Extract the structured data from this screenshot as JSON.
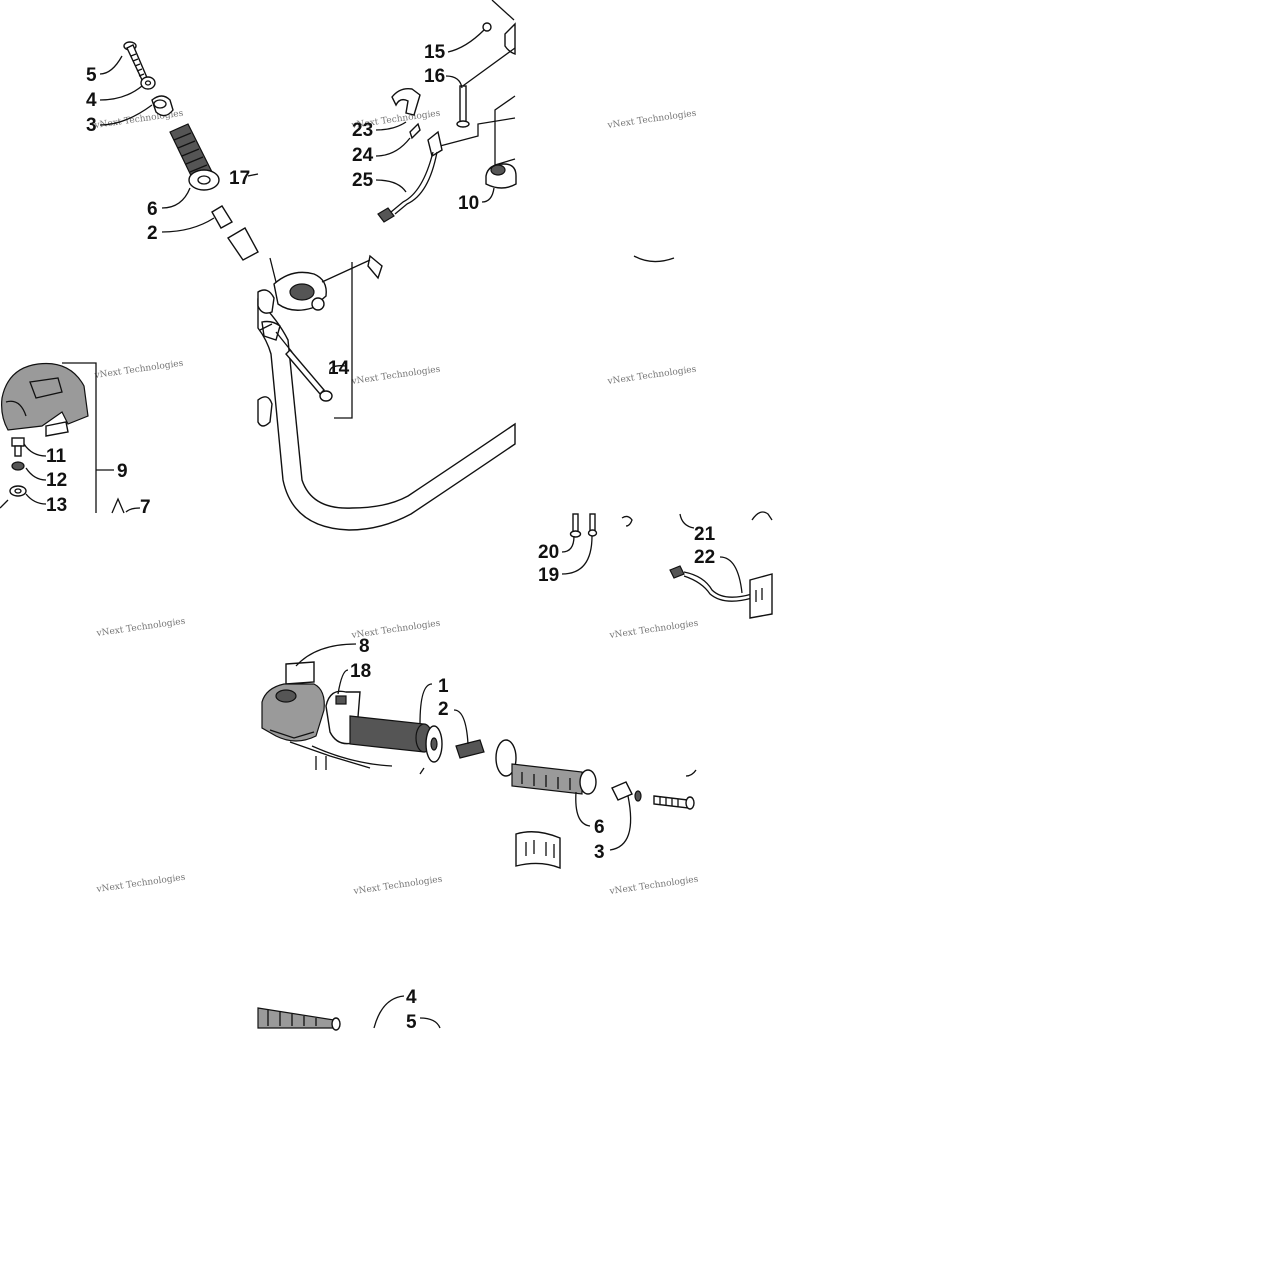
{
  "watermark": "vNext Technologies",
  "callouts": [
    {
      "id": "c5a",
      "text": "5"
    },
    {
      "id": "c4a",
      "text": "4"
    },
    {
      "id": "c3a",
      "text": "3"
    },
    {
      "id": "c6a",
      "text": "6"
    },
    {
      "id": "c2a",
      "text": "2"
    },
    {
      "id": "c17",
      "text": "17"
    },
    {
      "id": "c15",
      "text": "15"
    },
    {
      "id": "c16",
      "text": "16"
    },
    {
      "id": "c23",
      "text": "23"
    },
    {
      "id": "c24",
      "text": "24"
    },
    {
      "id": "c25",
      "text": "25"
    },
    {
      "id": "c10",
      "text": "10"
    },
    {
      "id": "c14",
      "text": "14"
    },
    {
      "id": "c11",
      "text": "11"
    },
    {
      "id": "c12",
      "text": "12"
    },
    {
      "id": "c13",
      "text": "13"
    },
    {
      "id": "c9",
      "text": "9"
    },
    {
      "id": "c7",
      "text": "7"
    },
    {
      "id": "c20",
      "text": "20"
    },
    {
      "id": "c19",
      "text": "19"
    },
    {
      "id": "c21",
      "text": "21"
    },
    {
      "id": "c22",
      "text": "22"
    },
    {
      "id": "c8",
      "text": "8"
    },
    {
      "id": "c18",
      "text": "18"
    },
    {
      "id": "c1",
      "text": "1"
    },
    {
      "id": "c2b",
      "text": "2"
    },
    {
      "id": "c6b",
      "text": "6"
    },
    {
      "id": "c3b",
      "text": "3"
    },
    {
      "id": "c4b",
      "text": "4"
    },
    {
      "id": "c5b",
      "text": "5"
    }
  ]
}
